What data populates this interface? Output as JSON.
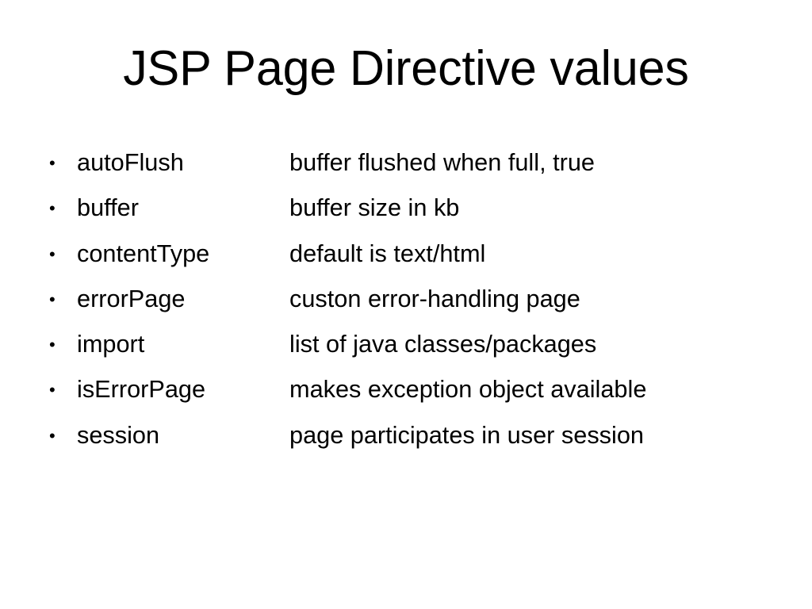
{
  "slide": {
    "title": "JSP Page Directive values",
    "background_color": "#ffffff",
    "text_color": "#000000",
    "bullet_glyph": "•",
    "items": [
      {
        "term": "autoFlush",
        "description": "buffer flushed when full, true"
      },
      {
        "term": "buffer",
        "description": "buffer size in kb"
      },
      {
        "term": "contentType",
        "description": "default is text/html"
      },
      {
        "term": "errorPage",
        "description": "custon error-handling page"
      },
      {
        "term": "import",
        "description": "list of java classes/packages"
      },
      {
        "term": "isErrorPage",
        "description": "makes exception object available"
      },
      {
        "term": "session",
        "description": "page participates in user session"
      }
    ]
  }
}
